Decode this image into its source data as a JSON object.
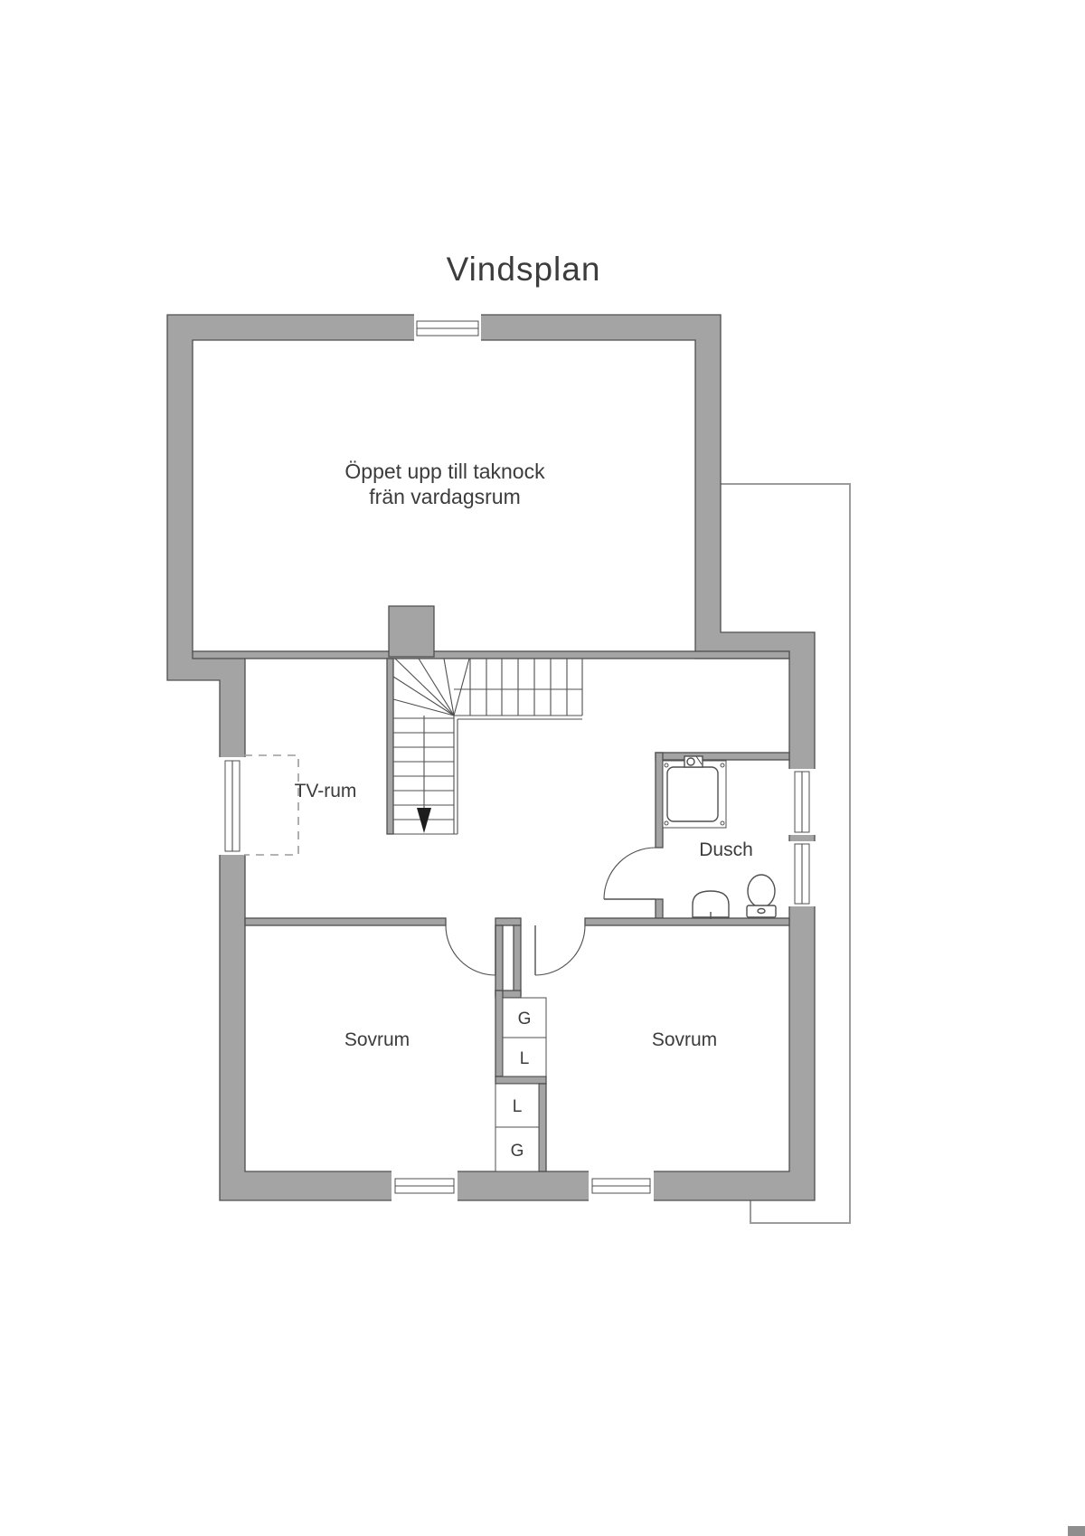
{
  "title": "Vindsplan",
  "rooms": {
    "open_area": {
      "line1": "Öppet upp till taknock",
      "line2": "frän vardagsrum"
    },
    "tv_room": "TV-rum",
    "bathroom": "Dusch",
    "bedroom_left": "Sovrum",
    "bedroom_right": "Sovrum"
  },
  "closets": {
    "upper": [
      "G",
      "L"
    ],
    "lower": [
      "L",
      "G"
    ]
  },
  "colors": {
    "background": "#ffffff",
    "wall_fill": "#a4a4a4",
    "wall_stroke": "#4f4f4f",
    "line": "#4f4f4f",
    "thin_outline": "#9b9b9b",
    "dashed": "#9b9b9b",
    "text": "#3c3c3c",
    "arrow": "#1d1d1d"
  }
}
